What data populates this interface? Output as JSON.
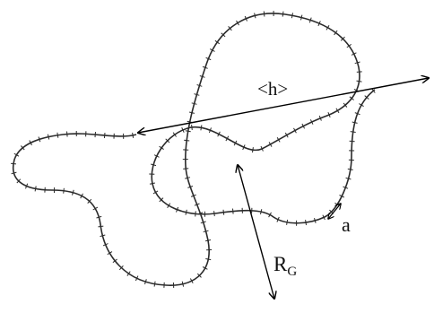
{
  "labels": {
    "end_to_end": "<h>",
    "radius_main": "R",
    "radius_sub": "G",
    "segment": "a"
  },
  "colors": {
    "chain": "#2a2a2a",
    "arrow": "#000000"
  }
}
